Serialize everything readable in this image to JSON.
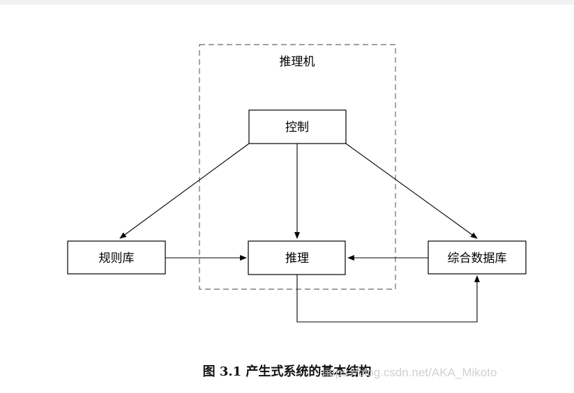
{
  "diagram": {
    "region_label": "推理机",
    "nodes": {
      "control": "控制",
      "rule_base": "规则库",
      "inference": "推理",
      "database": "综合数据库"
    }
  },
  "caption": "图 3.1 产生式系统的基本结构",
  "watermark": "https://blog.csdn.net/AKA_Mikoto",
  "colors": {
    "stroke": "#000000",
    "region_dash": "#808080",
    "watermark": "#c8c8c8"
  }
}
